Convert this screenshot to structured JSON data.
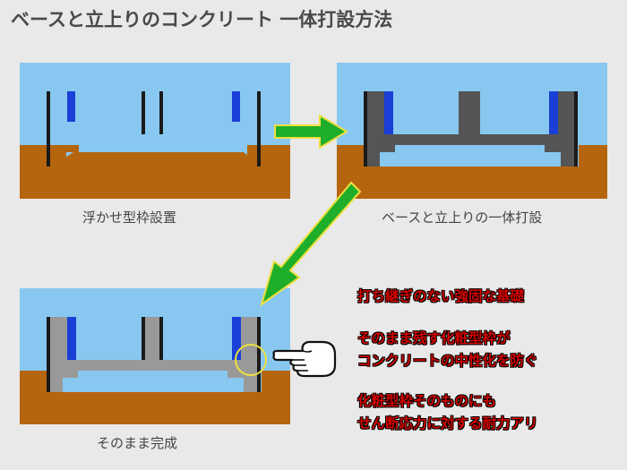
{
  "title": "ベースと立上りのコンクリート 一体打設方法",
  "captions": {
    "step1": "浮かせ型枠設置",
    "step2": "ベースと立上りの一体打設",
    "step3": "そのまま完成"
  },
  "notes": [
    "打ち継ぎのない強固な基礎",
    "そのまま残す化粧型枠が",
    "コンクリートの中性化を防ぐ",
    "化粧型枠そのものにも",
    "せん断応力に対する耐力アリ"
  ],
  "colors": {
    "sky": "#88c8f0",
    "ground": "#b5650d",
    "concrete_dark": "#555555",
    "concrete_light": "#999999",
    "formwork_blue": "#1a3fd6",
    "formwork_black": "#1a1a1a",
    "arrow_green": "#1fae2a",
    "arrow_outline": "#f0e040",
    "note_red": "#d40000"
  },
  "icons": [
    "pointing-hand-icon",
    "highlight-circle-icon",
    "arrow-right-icon",
    "arrow-down-left-icon"
  ]
}
